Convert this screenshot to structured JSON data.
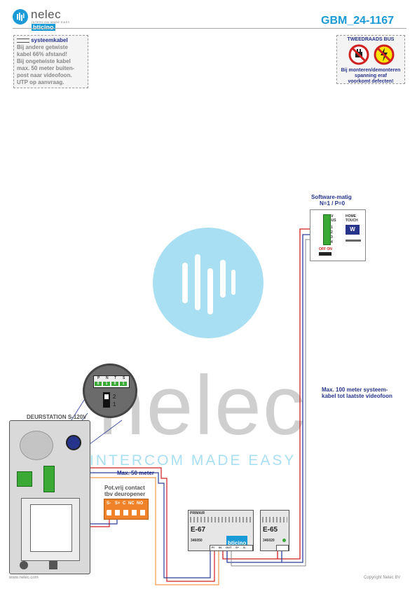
{
  "header": {
    "logo_name": "nelec",
    "logo_tagline": "INTERCOM MADE EASY",
    "logo_brand": "bticino",
    "doc_id": "GBM_24-1167"
  },
  "cable_note": {
    "heading": "systeemkabel",
    "lines": [
      "Bij andere getwiste",
      "kabel 66% afstand!",
      "Bij ongetwiste kabel",
      "max. 50 meter buiten-",
      "post naar videofoon.",
      "UTP op aanvraag."
    ]
  },
  "warning": {
    "title": "TWEEDRAADS BUS",
    "lines": [
      "Bij monteren/demonteren",
      "spanning eraf",
      "voorkomt defecten!"
    ]
  },
  "labels": {
    "software": "Software-matig",
    "software_value": "N=1 / P=0",
    "max100_line1": "Max. 100 meter systeem-",
    "max100_line2": "kabel tot laatste videofoon",
    "door_station": "DEURSTATION S-120V",
    "max50": "Max. 50 meter",
    "contact_line1": "Pot.vrij contact",
    "contact_line2": "tbv deuropener"
  },
  "jumper": {
    "headers": [
      "P",
      "N",
      "T",
      "S"
    ],
    "values": [
      "0",
      "1",
      "0",
      "1"
    ],
    "switch_labels": [
      "2",
      "1"
    ]
  },
  "videophone": {
    "brand_line1": "HOME",
    "brand_line2": "TOUCH",
    "bus_label": "AV BUS",
    "terminals": [
      "1",
      "2",
      "3",
      "4"
    ],
    "key": "W",
    "switch_label": "OFF ON"
  },
  "relay_terminals": [
    "S-",
    "S+",
    "C",
    "NC",
    "NO"
  ],
  "primary_unit": {
    "tag": "PRIMAIR",
    "model": "E-67",
    "code": "346050",
    "brand": "bticino",
    "terminals": [
      "PI",
      "IN",
      "OUT",
      "S+",
      "S-"
    ]
  },
  "psu": {
    "model": "E-65",
    "code": "346020"
  },
  "footer": {
    "left": "www.nelec.com",
    "right": "Copyright Nelec BV"
  },
  "watermark": {
    "name": "nelec",
    "tagline": "INTERCOM MADE EASY"
  },
  "colors": {
    "accent": "#1a9ad6",
    "navy": "#27348b",
    "orange": "#f0832a",
    "green": "#3aa935",
    "wire_red": "#d02020",
    "wire_blue": "#2c3e9c"
  }
}
